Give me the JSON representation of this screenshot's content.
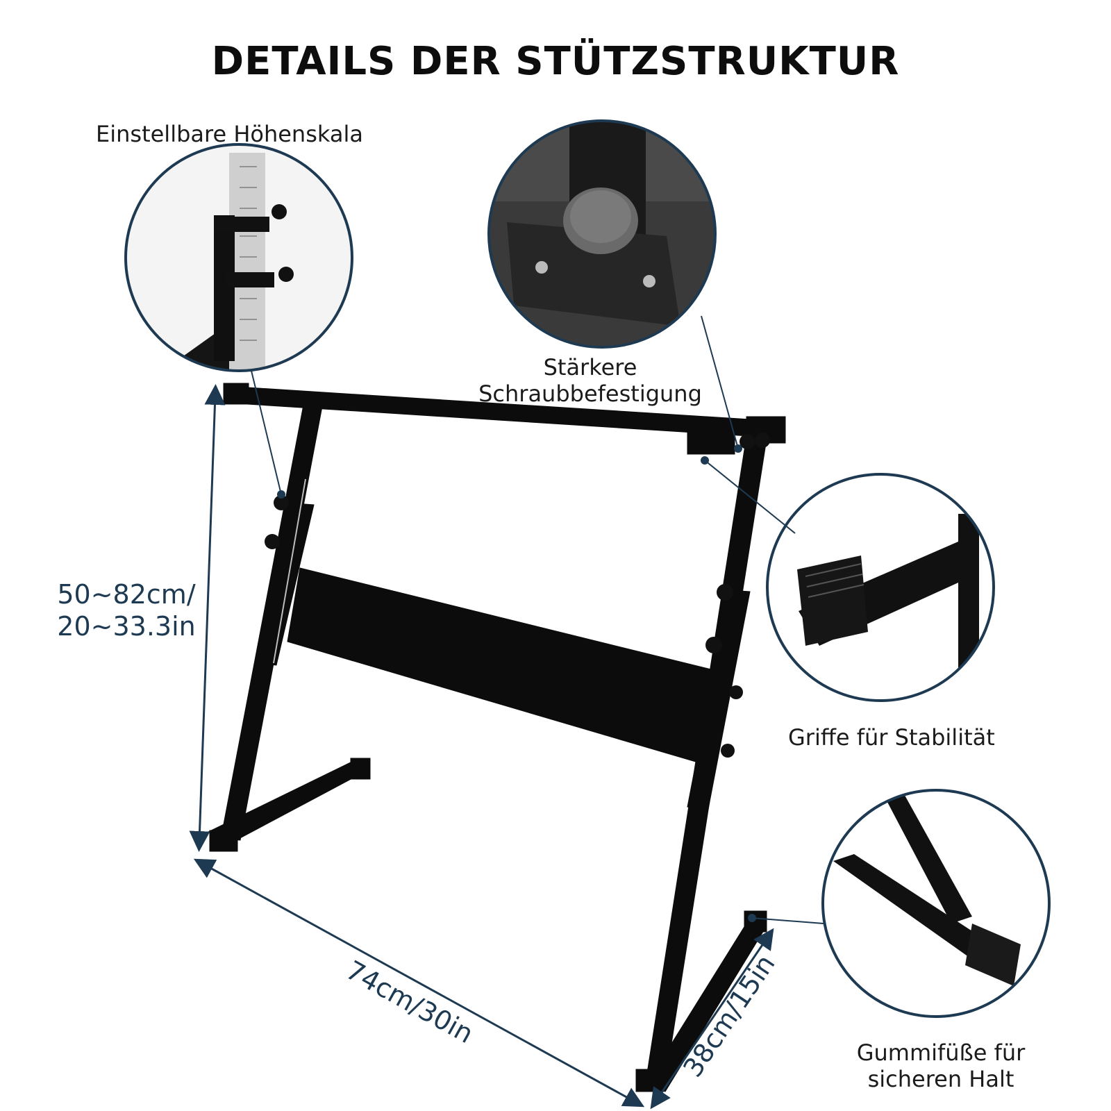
{
  "title": "DETAILS DER STÜTZSTRUKTUR",
  "callouts": {
    "height_scale": "Einstellbare Höhenskala",
    "screw": [
      "Stärkere",
      "Schraubbefestigung"
    ],
    "grips": "Griffe für Stabilität",
    "feet": [
      "Gummifüße für",
      "sicheren Halt"
    ]
  },
  "dimensions": {
    "height": [
      "50~82cm/",
      "20~33.3in"
    ],
    "width": "74cm/30in",
    "depth": "38cm/15in"
  },
  "colors": {
    "frame": "#0c0c0c",
    "dimension_line": "#1d3a52",
    "circle_border": "#1d3a52"
  }
}
